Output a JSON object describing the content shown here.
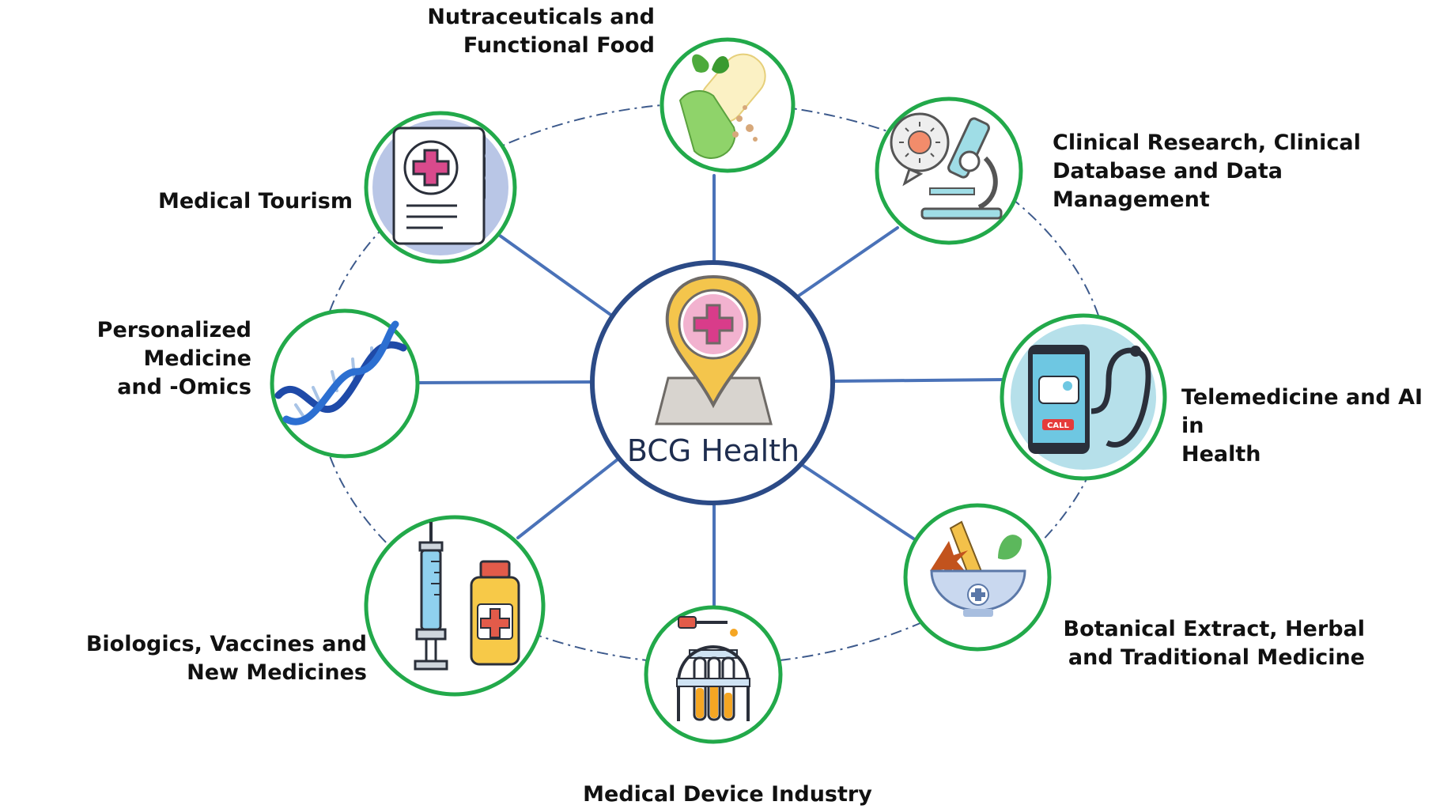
{
  "hub": {
    "title": "BCG Health",
    "icon": "map-pin-medical-cross-icon"
  },
  "nodes": [
    {
      "id": "nutraceuticals",
      "label": "Nutraceuticals and\nFunctional Food",
      "icon": "capsule-leaves-icon"
    },
    {
      "id": "clinical-research",
      "label": "Clinical Research, Clinical\nDatabase and Data\nManagement",
      "icon": "microscope-virus-icon"
    },
    {
      "id": "telemedicine",
      "label": "Telemedicine and AI in\nHealth",
      "icon": "phone-stethoscope-icon"
    },
    {
      "id": "botanical",
      "label": "Botanical Extract, Herbal\nand Traditional Medicine",
      "icon": "mortar-herbs-icon"
    },
    {
      "id": "medical-device",
      "label": "Medical Device Industry",
      "icon": "test-tubes-dropper-icon"
    },
    {
      "id": "biologics",
      "label": "Biologics, Vaccines and\nNew Medicines",
      "icon": "syringe-vial-icon"
    },
    {
      "id": "personalized",
      "label": "Personalized Medicine\nand -Omics",
      "icon": "dna-helix-icon"
    },
    {
      "id": "tourism",
      "label": "Medical Tourism",
      "icon": "medical-folder-icon"
    }
  ],
  "colors": {
    "node_border": "#22a94a",
    "hub_border": "#2b4a86",
    "spoke": "#4a72b8",
    "ring": "#3d5a8c",
    "text": "#111111"
  }
}
